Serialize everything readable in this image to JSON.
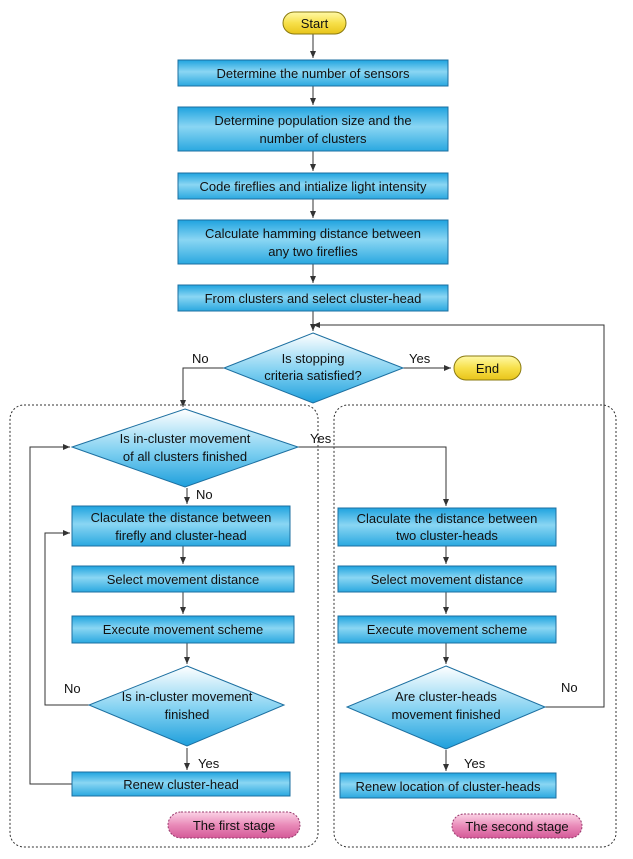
{
  "start": "Start",
  "end": "End",
  "steps": {
    "determine_sensors": "Determine the number of sensors",
    "population": [
      "Determine population size and the",
      "number of clusters"
    ],
    "code_fireflies": "Code fireflies and intialize light intensity",
    "hamming": [
      "Calculate hamming distance between",
      "any two fireflies"
    ],
    "form_clusters": "From clusters and select cluster-head"
  },
  "decision_stop": [
    "Is stopping",
    "criteria satisfied?"
  ],
  "first_stage": {
    "label": "The first stage",
    "decision_all_clusters": [
      "Is in-cluster movement",
      "of all clusters finished"
    ],
    "calc_distance": [
      "Claculate the distance between",
      "firefly and cluster-head"
    ],
    "select_movement": "Select movement distance",
    "execute_movement": "Execute movement scheme",
    "decision_in_cluster": [
      "Is in-cluster movement",
      "finished"
    ],
    "renew": "Renew cluster-head"
  },
  "second_stage": {
    "label": "The second stage",
    "calc_distance": [
      "Claculate the distance between",
      "two cluster-heads"
    ],
    "select_movement": "Select movement distance",
    "execute_movement": "Execute movement scheme",
    "decision_heads": [
      "Are cluster-heads",
      "movement finished"
    ],
    "renew": "Renew location of cluster-heads"
  },
  "edge_labels": {
    "yes": "Yes",
    "no": "No"
  },
  "colors": {
    "process_fill": "#5ec3ea",
    "decision_fill": "#5ec3ea",
    "terminal_fill": "#f7e04a",
    "stage_label_fill": "#e98ab8"
  }
}
